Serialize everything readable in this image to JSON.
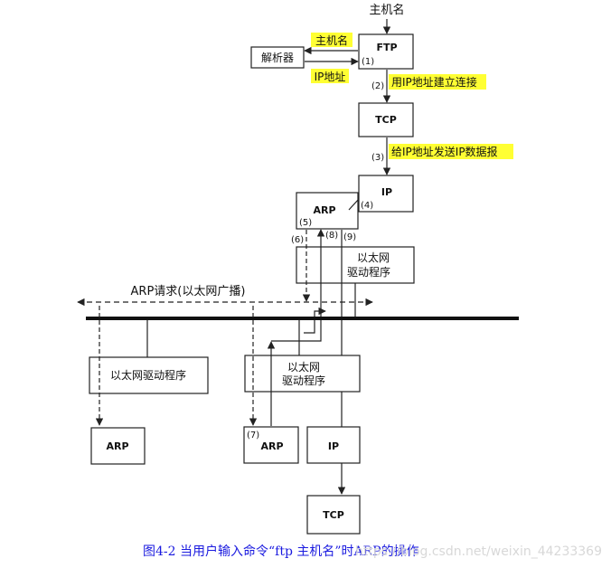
{
  "top_input": "主机名",
  "resolver": {
    "label": "解析器",
    "request": "主机名",
    "reply": "IP地址"
  },
  "ftp": {
    "label": "FTP"
  },
  "tcp": {
    "label": "TCP"
  },
  "ip_top": {
    "label": "IP"
  },
  "arp_top": {
    "label": "ARP"
  },
  "driver_top": {
    "line1": "以太网",
    "line2": "驱动程序"
  },
  "steps": {
    "s1": "(1)",
    "s2": "(2)",
    "s2_text": "用IP地址建立连接",
    "s3": "(3)",
    "s3_text": "给IP地址发送IP数据报",
    "s4": "(4)",
    "s5": "(5)",
    "s6": "(6)",
    "s7": "(7)",
    "s8": "(8)",
    "s9": "(9)"
  },
  "broadcast": "ARP请求(以太网广播)",
  "left_host": {
    "driver": "以太网驱动程序",
    "arp": "ARP"
  },
  "right_host": {
    "driver_line1": "以太网",
    "driver_line2": "驱动程序",
    "arp": "ARP",
    "ip": "IP",
    "tcp": "TCP"
  },
  "caption": "图4-2   当用户输入命令“ftp 主机名”时ARP的操作",
  "watermark": "https://blog.csdn.net/weixin_44233369",
  "colors": {
    "highlight": "#ffff33",
    "caption": "#1a1adf",
    "line": "#222222"
  }
}
